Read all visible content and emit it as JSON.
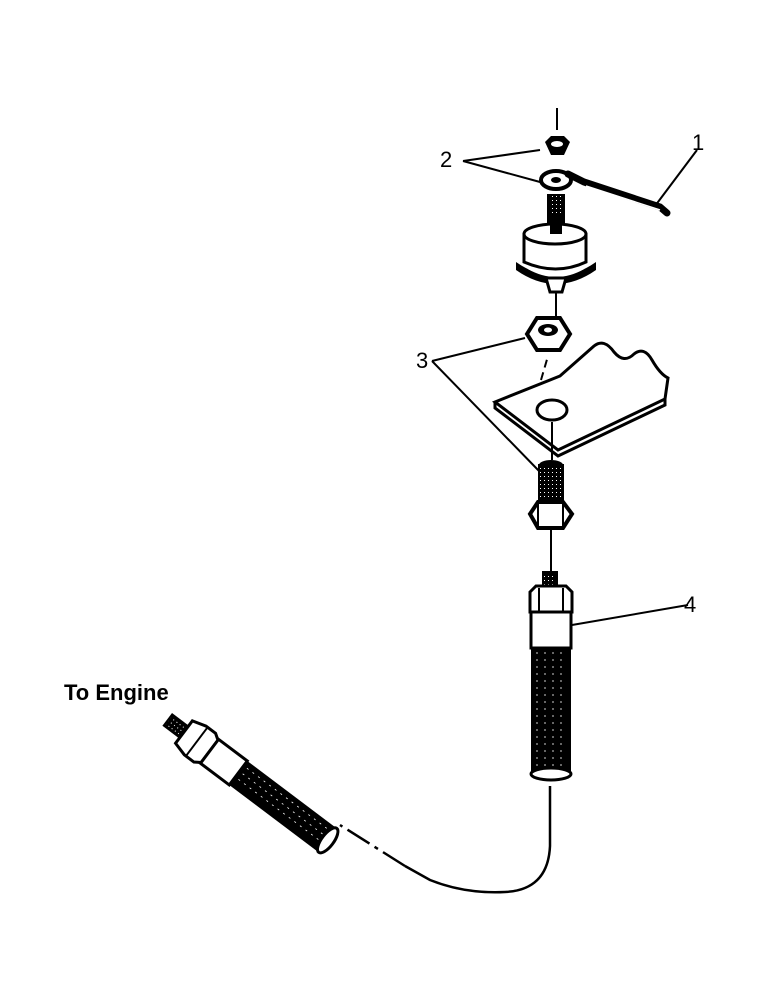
{
  "callouts": {
    "c1": "1",
    "c2": "2",
    "c3": "3",
    "c4": "4"
  },
  "engine_label": "To Engine",
  "colors": {
    "ink": "#000000",
    "paper": "#ffffff"
  }
}
